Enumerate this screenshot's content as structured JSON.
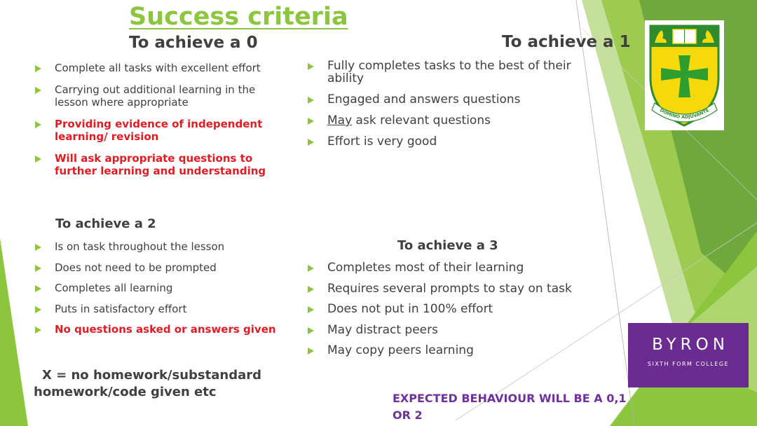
{
  "title": "Success criteria",
  "sections": {
    "s0": {
      "heading": "To achieve a 0",
      "items": [
        {
          "text": "Complete all tasks with excellent effort",
          "highlight": false
        },
        {
          "text": "Carrying out additional learning in the lesson where appropriate",
          "highlight": false
        },
        {
          "text": "Providing evidence of independent learning/ revision",
          "highlight": true
        },
        {
          "text": "Will ask appropriate questions to further learning and understanding",
          "highlight": true
        }
      ]
    },
    "s1": {
      "heading": "To achieve a 1",
      "items": [
        {
          "text": "Fully completes tasks to the best of their ability"
        },
        {
          "text": "Engaged and answers questions"
        },
        {
          "underlined": "May",
          "rest": " ask relevant questions"
        },
        {
          "text": "Effort is very good"
        }
      ]
    },
    "s2": {
      "heading": "To achieve a 2",
      "items": [
        {
          "text": "Is on task throughout the lesson",
          "highlight": false
        },
        {
          "text": "Does not need to be prompted",
          "highlight": false
        },
        {
          "text": "Completes all learning",
          "highlight": false
        },
        {
          "text": "Puts in satisfactory effort",
          "highlight": false
        },
        {
          "text": "No questions asked or answers given",
          "highlight": true
        }
      ]
    },
    "s3": {
      "heading": "To achieve a 3",
      "items": [
        {
          "text": "Completes most of their learning"
        },
        {
          "text": "Requires several prompts to stay on task"
        },
        {
          "text": "Does not put in 100% effort"
        },
        {
          "text": "May distract peers"
        },
        {
          "text": "May copy peers learning"
        }
      ]
    }
  },
  "note": {
    "line1": "X = no homework/substandard",
    "line2": "homework/code given etc"
  },
  "expected": "EXPECTED BEHAVIOUR WILL BE A 0,1 OR 2",
  "logo": {
    "brand": "BYRON",
    "sub": "SIXTH FORM COLLEGE",
    "crest_motto": "DOMINO ADJUVANTE"
  },
  "colors": {
    "accent_green": "#8cc63f",
    "highlight_red": "#e31b23",
    "purple": "#7030a0",
    "logo_purple": "#6b2c91"
  }
}
